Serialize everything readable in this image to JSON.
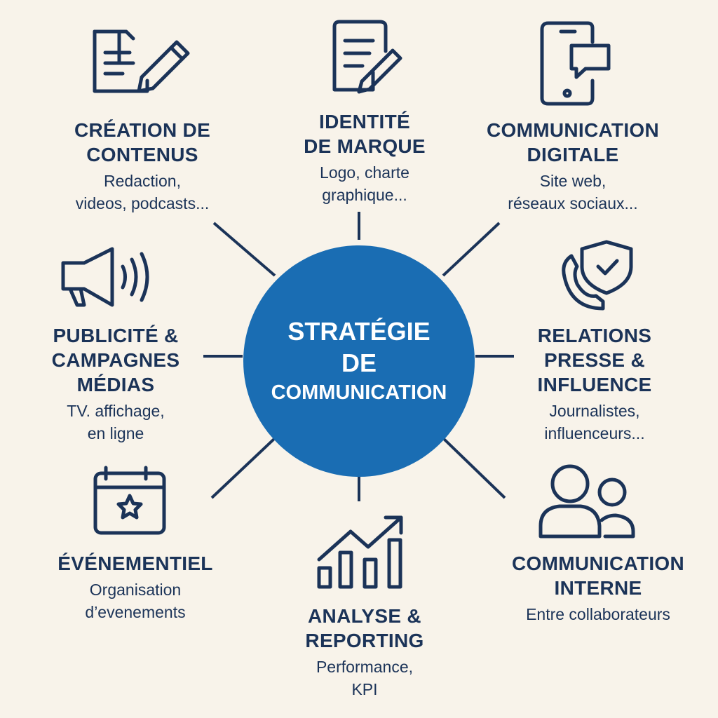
{
  "colors": {
    "background": "#f8f3ea",
    "text": "#1b3358",
    "hub": "#1a6db3"
  },
  "hub": {
    "line1": "STRATÉGIE",
    "line2": "DE",
    "line3": "COMMUNICATION"
  },
  "nodes": [
    {
      "id": "creation",
      "icon": "document-pencil-icon",
      "title": [
        "CRÉATION DE",
        "CONTENUS"
      ],
      "desc": [
        "Redaction,",
        "videos, podcasts..."
      ]
    },
    {
      "id": "identite",
      "icon": "notepad-pencil-icon",
      "title": [
        "IDENTITÉ",
        "DE MARQUE"
      ],
      "desc": [
        "Logo, charte",
        "graphique..."
      ]
    },
    {
      "id": "digitale",
      "icon": "phone-chat-icon",
      "title": [
        "COMMUNICATION",
        "DIGITALE"
      ],
      "desc": [
        "Site web,",
        "réseaux sociaux..."
      ]
    },
    {
      "id": "publicite",
      "icon": "megaphone-icon",
      "title": [
        "PUBLICITÉ &",
        "CAMPAGNES",
        "MÉDIAS"
      ],
      "desc": [
        "TV. affichage,",
        "en ligne"
      ]
    },
    {
      "id": "relations",
      "icon": "phone-shield-icon",
      "title": [
        "RELATIONS",
        "PRESSE &",
        "INFLUENCE"
      ],
      "desc": [
        "Journalistes,",
        "influenceurs..."
      ]
    },
    {
      "id": "evenementiel",
      "icon": "calendar-star-icon",
      "title": [
        "ÉVÉNEMENTIEL"
      ],
      "desc": [
        "Organisation",
        "d’evenements"
      ]
    },
    {
      "id": "analyse",
      "icon": "bar-chart-trend-icon",
      "title": [
        "ANALYSE &",
        "REPORTING"
      ],
      "desc": [
        "Performance,",
        "KPI"
      ]
    },
    {
      "id": "interne",
      "icon": "users-icon",
      "title": [
        "COMMUNICATION",
        "INTERNE"
      ],
      "desc": [
        "Entre collaborateurs"
      ]
    }
  ]
}
